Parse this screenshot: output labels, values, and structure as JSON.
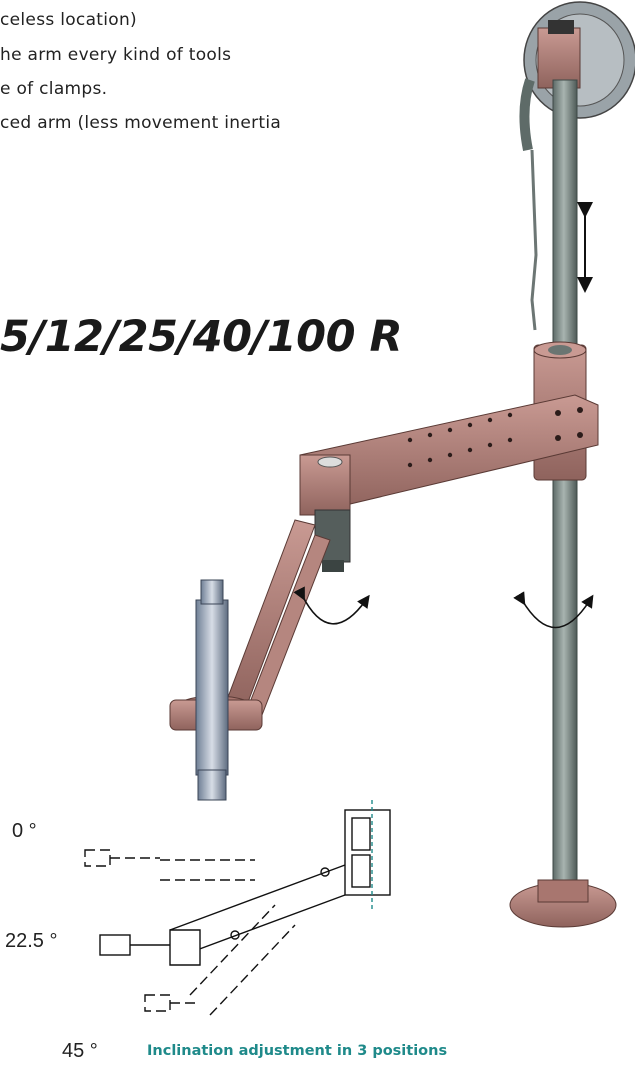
{
  "intro_lines": [
    "celess location)",
    "he arm every kind of tools",
    "e of clamps.",
    "ced arm (less movement inertia"
  ],
  "model_title": "5/12/25/40/100 R",
  "angles": [
    "0 °",
    "22.5 °",
    "45 °"
  ],
  "caption": "Inclination adjustment in 3 positions",
  "colors": {
    "arm": "#b98a84",
    "arm_dark": "#8a5e58",
    "column": "#7b8a86",
    "caption": "#1f8a8a"
  }
}
